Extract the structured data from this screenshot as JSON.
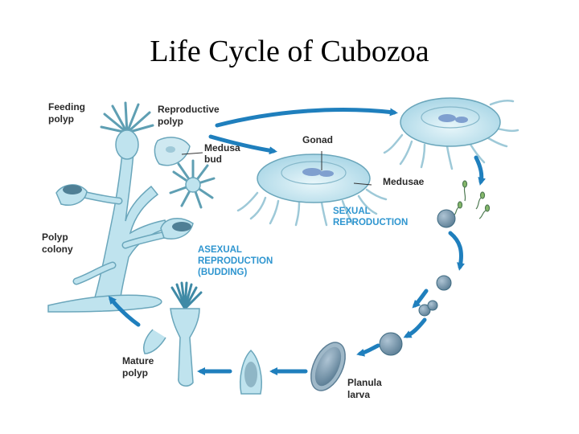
{
  "title": "Life Cycle of Cubozoa",
  "labels": {
    "feeding_polyp": [
      "Feeding",
      "polyp"
    ],
    "reproductive_polyp": [
      "Reproductive",
      "polyp"
    ],
    "medusa_bud": [
      "Medusa",
      "bud"
    ],
    "gonad": "Gonad",
    "medusae": "Medusae",
    "polyp_colony": [
      "Polyp",
      "colony"
    ],
    "mature_polyp": [
      "Mature",
      "polyp"
    ],
    "planula_larva": [
      "Planula",
      "larva"
    ]
  },
  "process_labels": {
    "sexual": [
      "SEXUAL",
      "REPRODUCTION"
    ],
    "asexual": [
      "ASEXUAL",
      "REPRODUCTION",
      "(BUDDING)"
    ]
  },
  "colors": {
    "arrow": "#1f7fbd",
    "process_text": "#2e95cf",
    "organism_fill": "#bfe3ee",
    "organism_stroke": "#6aa6bb",
    "tentacle": "#9ec9d8",
    "gonad": "#7f9fcf",
    "larva": "#8aa6b8",
    "label_text": "#2a2a2a"
  }
}
